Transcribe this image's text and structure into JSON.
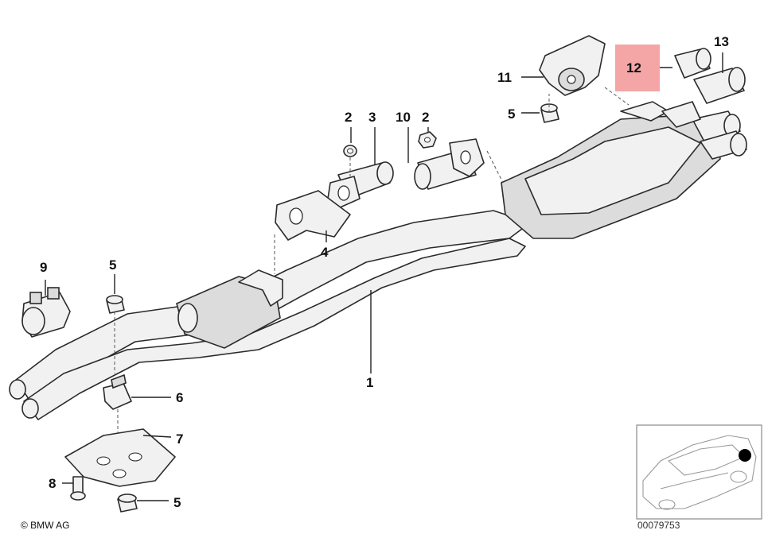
{
  "diagram": {
    "callouts": {
      "c1": "1",
      "c2a": "2",
      "c2b": "2",
      "c3": "3",
      "c4": "4",
      "c5a": "5",
      "c5b": "5",
      "c5c": "5",
      "c6": "6",
      "c7": "7",
      "c8": "8",
      "c9": "9",
      "c10": "10",
      "c11": "11",
      "c12": "12",
      "c13": "13"
    },
    "highlight_color": "#f4a6a6",
    "copyright": "© BMW AG",
    "document_id": "00079753"
  }
}
